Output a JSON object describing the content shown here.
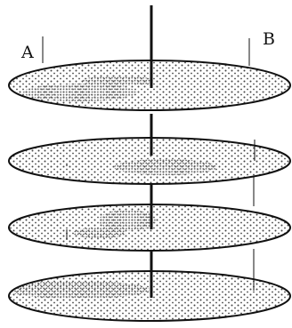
{
  "labels": {
    "a": "A",
    "b": "B"
  },
  "colors": {
    "ink": "#111111",
    "dot": "#444444",
    "dense_dot": "#666666",
    "disc_fill": "#ffffff"
  },
  "disc_count": 4
}
